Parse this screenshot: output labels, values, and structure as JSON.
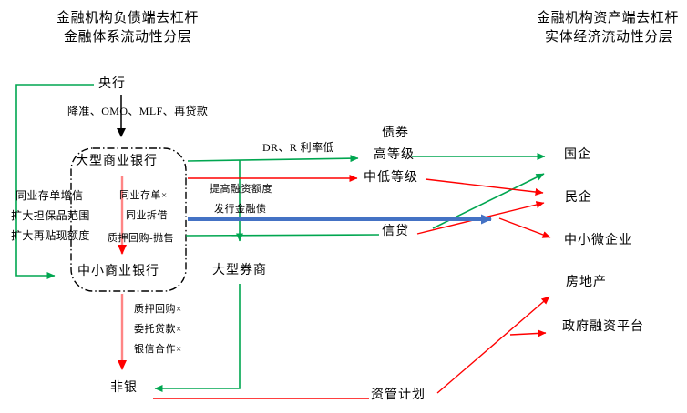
{
  "titles": {
    "left_line1": "金融机构负债端去杠杆",
    "left_line2": "金融体系流动性分层",
    "right_line1": "金融机构资产端去杠杆",
    "right_line2": "实体经济流动性分层"
  },
  "nodes": {
    "central_bank": "央行",
    "large_commercial_banks": "大型商业银行",
    "small_commercial_banks": "中小商业银行",
    "large_brokers": "大型券商",
    "nonbank": "非银",
    "asset_mgmt_plan": "资管计划",
    "bond": "债券",
    "high_grade": "高等级",
    "mid_low_grade": "中低等级",
    "credit": "信贷",
    "soe": "国企",
    "private_enterprise": "民企",
    "sme": "中小微企业",
    "real_estate": "房地产",
    "gov_financing_platform": "政府融资平台"
  },
  "edge_labels": {
    "pboc_tools": "降准、OMO、MLF、再贷款",
    "ncd_cross": "同业存单×",
    "interbank_lending": "同业拆借",
    "pledged_repo_selloff": "质押回购-抛售",
    "ncd_credit_enhance": "同业存单增信",
    "expand_collateral": "扩大担保品范围",
    "expand_rediscount": "扩大再贴现额度",
    "dr_r_low": "DR、R 利率低",
    "raise_financing_quota": "提高融资额度",
    "issue_financial_bond": "发行金融债",
    "pledged_repo_cross": "质押回购×",
    "entrusted_loan_cross": "委托贷款×",
    "bank_trust_coop_cross": "银信合作×"
  },
  "colors": {
    "green": "#00A650",
    "red": "#FF0000",
    "pink_shaft": "#FF8585",
    "blue": "#4472C4",
    "black": "#000000"
  }
}
